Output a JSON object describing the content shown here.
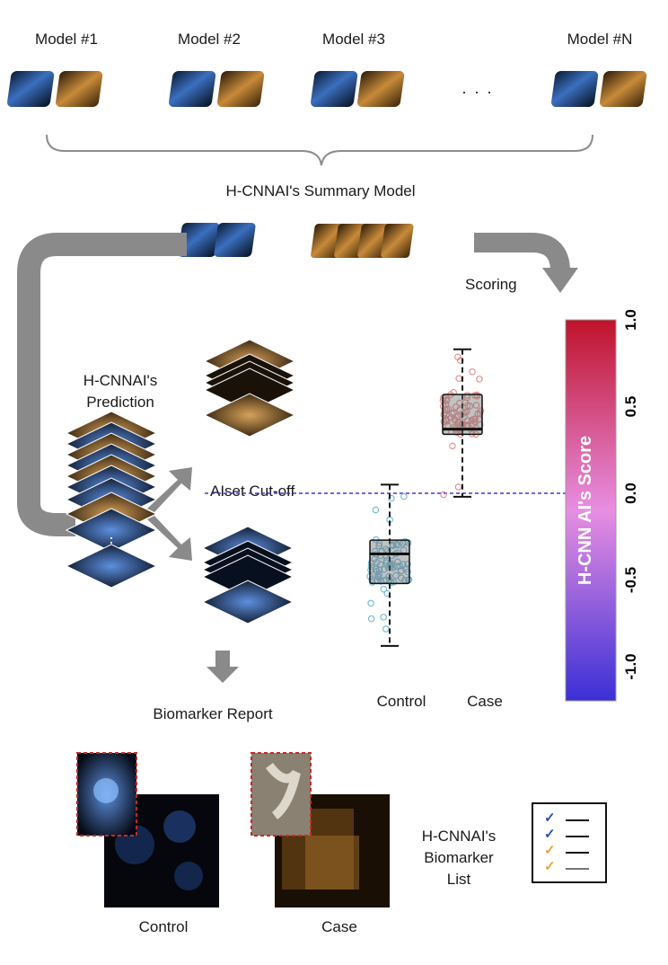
{
  "models": {
    "items": [
      {
        "label": "Model #1"
      },
      {
        "label": "Model #2"
      },
      {
        "label": "Model #3"
      },
      {
        "label": "Model #N"
      }
    ],
    "ellipsis": ". . ."
  },
  "summary_model_label": "H-CNNAI's Summary Model",
  "scoring_label": "Scoring",
  "prediction_label": [
    "H-CNNAI's",
    "Prediction"
  ],
  "cutoff_label": "AIset Cut-off",
  "biomarker_report_label": "Biomarker Report",
  "biomarker_list_label": [
    "H-CNNAI's",
    "Biomarker",
    "List"
  ],
  "bottom_panels": [
    {
      "label": "Control"
    },
    {
      "label": "Case"
    }
  ],
  "legend_checks": [
    {
      "color": "#2b4fb5"
    },
    {
      "color": "#2b4fb5"
    },
    {
      "color": "#e8a33a"
    },
    {
      "color": "#e8a33a"
    }
  ],
  "colors": {
    "control_points": "#6bb7d6",
    "case_points": "#e48a8a",
    "cutoff_line": "#4d2fe0",
    "arrow_gray": "#8a8a8a",
    "scale_top": "#c0122b",
    "scale_mid": "#e63fb4",
    "scale_bottom": "#3a2fd6"
  },
  "chart_data": {
    "type": "box",
    "categories": [
      "Control",
      "Case"
    ],
    "ylabel": "H-CNN AI's Score",
    "ylim": [
      -1.0,
      1.0
    ],
    "yticks": [
      "1.0",
      "0.5",
      "0.0",
      "-0.5",
      "-1.0"
    ],
    "cutoff": 0.0,
    "boxes": [
      {
        "name": "Control",
        "whisker_low": -0.88,
        "q1": -0.52,
        "median": -0.35,
        "q3": -0.27,
        "whisker_high": 0.05
      },
      {
        "name": "Case",
        "whisker_low": -0.02,
        "q1": 0.34,
        "median": 0.37,
        "q3": 0.57,
        "whisker_high": 0.83
      }
    ],
    "grid": false,
    "colorbar": true
  }
}
